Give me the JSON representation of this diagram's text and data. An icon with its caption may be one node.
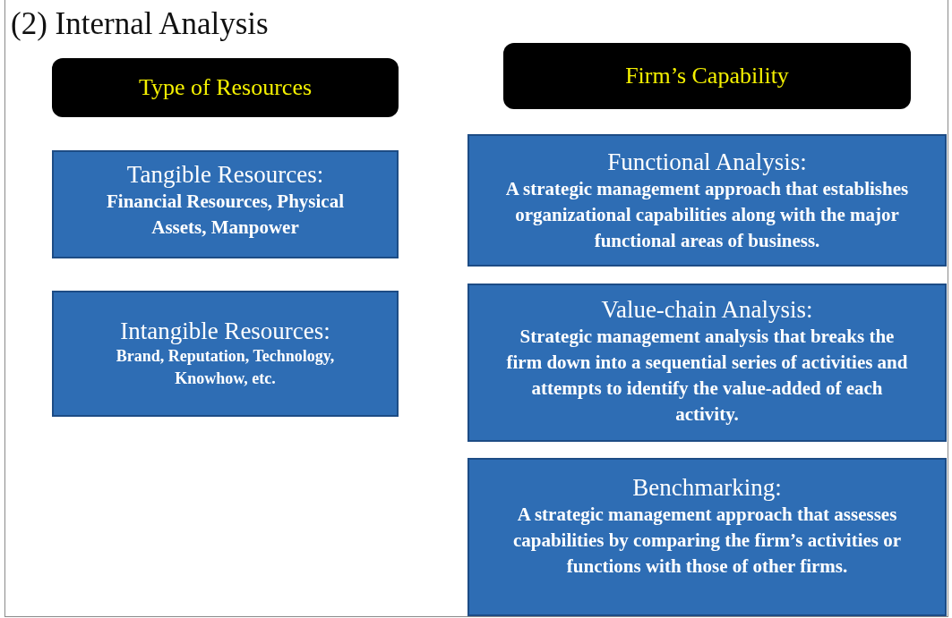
{
  "diagram": {
    "title": "(2) Internal Analysis",
    "nodes": [
      {
        "text": [
          "Type of Resources"
        ]
      },
      {
        "text": [
          "Firm’s Capability"
        ]
      },
      {
        "text": [
          "Tangible Resources:",
          "Financial Resources, Physical Assets, Manpower"
        ]
      },
      {
        "text": [
          "Intangible Resources:",
          "Brand, Reputation, Technology, Knowhow, etc."
        ]
      },
      {
        "text": [
          "Functional Analysis:",
          "A strategic management approach that establishes organizational capabilities along with the major functional areas of business."
        ]
      },
      {
        "text": [
          "Value-chain Analysis:",
          "Strategic management analysis that breaks the firm down into a sequential series of activities and attempts to identify the value-added of each activity."
        ]
      },
      {
        "text": [
          "Benchmarking:",
          "A strategic management approach that assesses capabilities by comparing the firm’s activities or functions with those of other firms."
        ]
      }
    ]
  }
}
